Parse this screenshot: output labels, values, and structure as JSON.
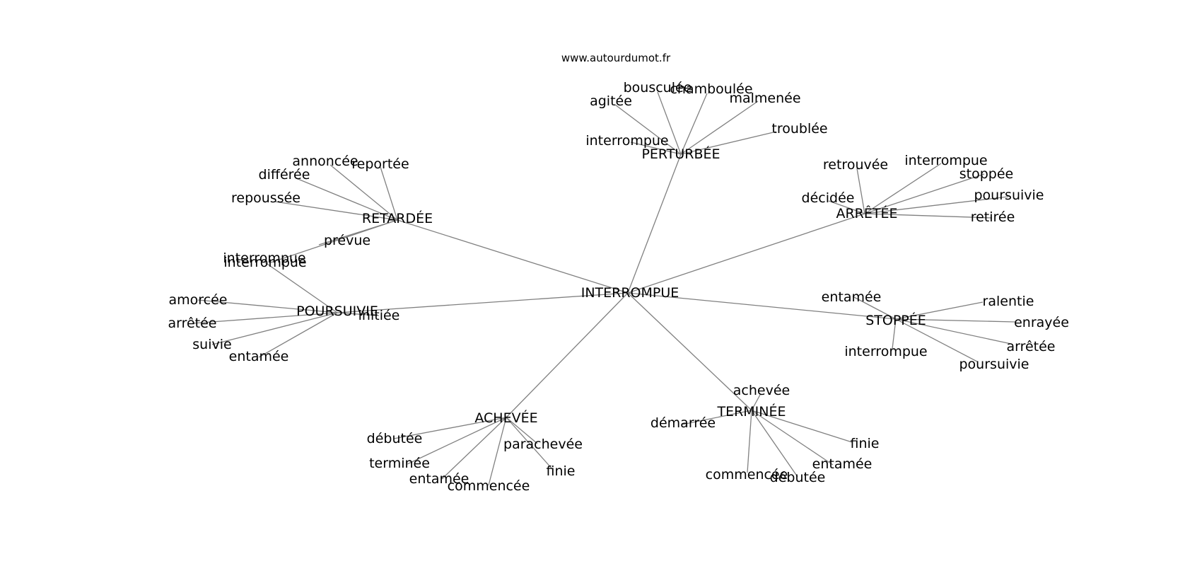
{
  "credit": "www.autourdumot.fr",
  "colors": {
    "edge": "#808080",
    "text": "#000000",
    "background": "#ffffff"
  },
  "graph": {
    "root": "INTERROMPUE",
    "groups": [
      {
        "hub": "PERTURBÉE",
        "leaves": [
          "agitée",
          "bousculée",
          "chamboulée",
          "malmenée",
          "troublée",
          "interrompue"
        ]
      },
      {
        "hub": "RETARDÉE",
        "leaves": [
          "annoncée",
          "reportée",
          "différée",
          "repoussée",
          "prévue",
          "interrompue"
        ]
      },
      {
        "hub": "ARRÊTÉE",
        "leaves": [
          "retrouvée",
          "interrompue",
          "stoppée",
          "décidée",
          "poursuivie",
          "retirée"
        ]
      },
      {
        "hub": "POURSUIVIE",
        "leaves": [
          "interrompue",
          "amorcée",
          "arrêtée",
          "suivie",
          "entamée",
          "initiée"
        ]
      },
      {
        "hub": "STOPPÉE",
        "leaves": [
          "entamée",
          "ralentie",
          "enrayée",
          "arrêtée",
          "interrompue",
          "poursuivie"
        ]
      },
      {
        "hub": "ACHEVÉE",
        "leaves": [
          "débutée",
          "parachevée",
          "terminée",
          "finie",
          "entamée",
          "commencée"
        ]
      },
      {
        "hub": "TERMINÉE",
        "leaves": [
          "achevée",
          "démarrée",
          "finie",
          "entamée",
          "commencée",
          "débutée"
        ]
      }
    ]
  }
}
